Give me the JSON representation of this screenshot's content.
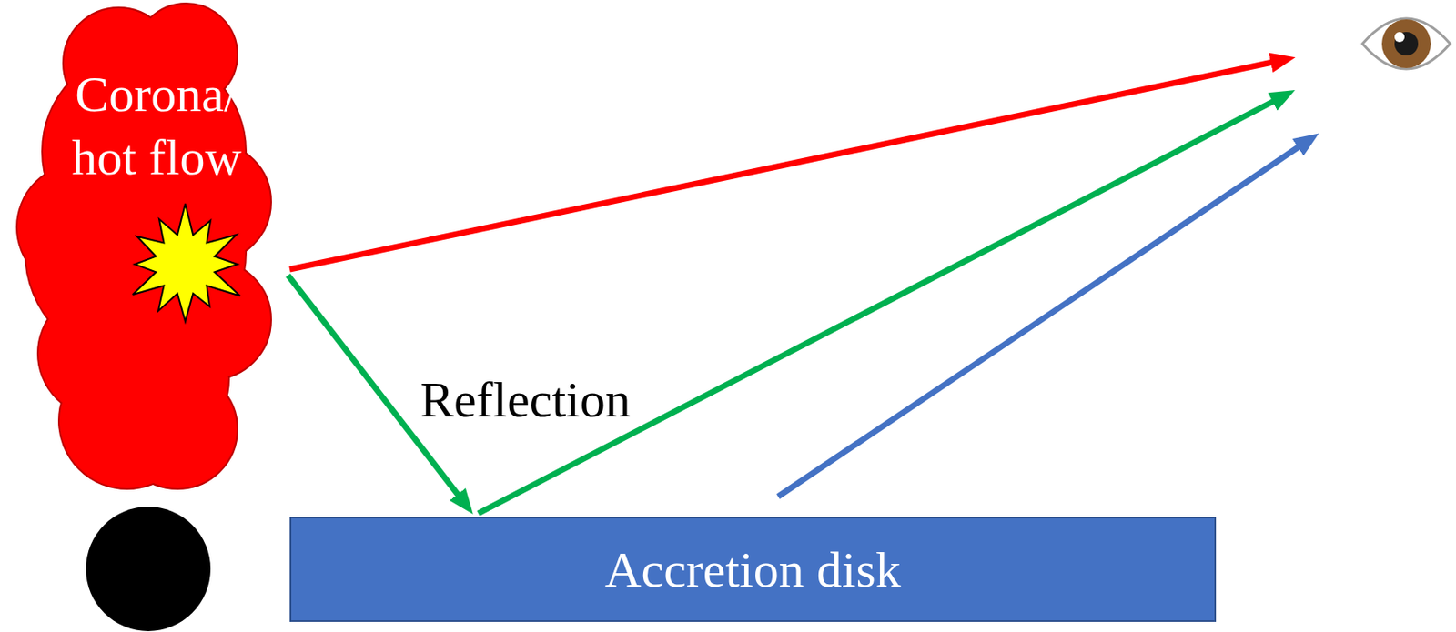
{
  "diagram": {
    "nodes": [
      {
        "text": [
          "Corona/ hot flow"
        ]
      },
      {
        "text": [
          "Accretion disk"
        ]
      }
    ],
    "edges": [
      {
        "from": 0,
        "to": 1,
        "arrow": "to",
        "label": "Reflection"
      }
    ]
  }
}
